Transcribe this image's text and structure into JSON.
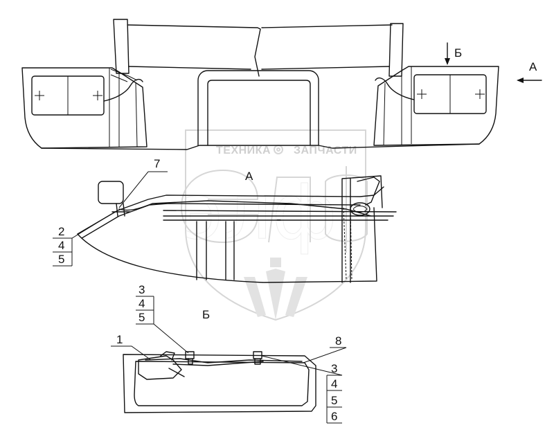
{
  "watermark": {
    "text_left": "ТЕХНИКА",
    "text_right": "ЗАПЧАСТИ",
    "logo_letters": "элф"
  },
  "view_labels": {
    "view_a_arrow": "А",
    "view_b_arrow": "Б",
    "view_a_title": "А",
    "view_b_title": "Б"
  },
  "callouts": {
    "c7": "7",
    "c2_group": [
      "2",
      "4",
      "5"
    ],
    "c3_top_group": [
      "3",
      "4",
      "5"
    ],
    "c1": "1",
    "c8": "8",
    "c3_right_group": [
      "3",
      "4",
      "5",
      "6"
    ]
  }
}
